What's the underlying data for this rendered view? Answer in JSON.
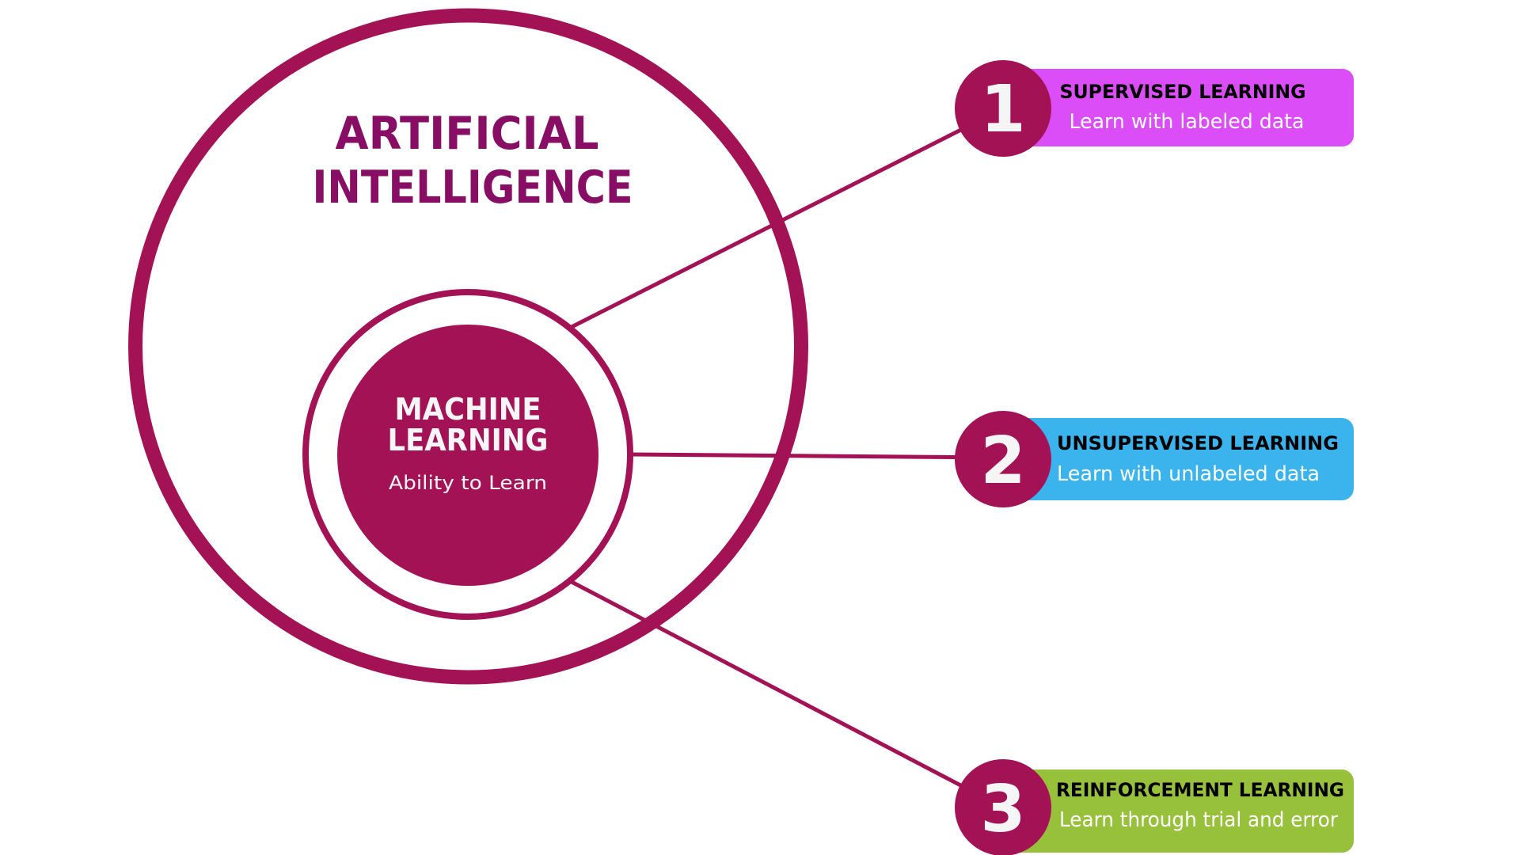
{
  "diagram": {
    "outer": {
      "title_line1": "ARTIFICIAL",
      "title_line2": "INTELLIGENCE"
    },
    "inner": {
      "title_line1": "MACHINE",
      "title_line2": "LEARNING",
      "subtitle": "Ability to Learn"
    },
    "branches": [
      {
        "number": "1",
        "heading": "SUPERVISED LEARNING",
        "description": "Learn with labeled data",
        "color": "#DA4DF7"
      },
      {
        "number": "2",
        "heading": "UNSUPERVISED LEARNING",
        "description": "Learn with unlabeled data",
        "color": "#3BB4EE"
      },
      {
        "number": "3",
        "heading": "REINFORCEMENT LEARNING",
        "description": "Learn through trial and error",
        "color": "#98C13B"
      }
    ],
    "colors": {
      "primary": "#A41256",
      "title_text": "#880E65",
      "number_text": "#F5F5F5"
    }
  }
}
